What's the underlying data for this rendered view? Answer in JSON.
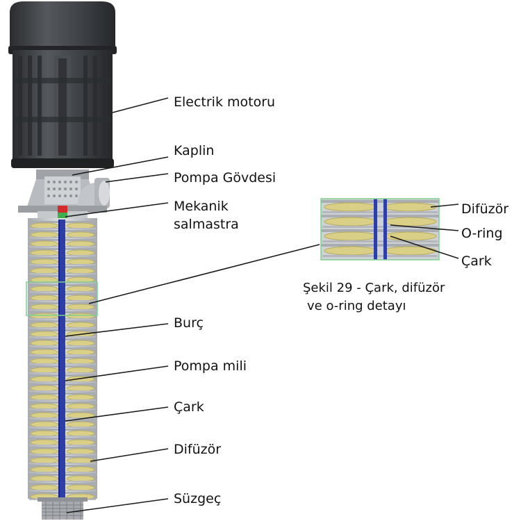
{
  "labels": {
    "electric_motor": "Electrik motoru",
    "coupling": "Kaplin",
    "pump_body": "Pompa Gövdesi",
    "mech_seal_line1": "Mekanik",
    "mech_seal_line2": "salmastra",
    "bushing": "Burç",
    "pump_shaft": "Pompa mili",
    "impeller": "Çark",
    "diffuser": "Difüzör",
    "strainer": "Süzgeç"
  },
  "detail": {
    "diffuser": "Difüzör",
    "o_ring": "O-ring",
    "impeller": "Çark",
    "caption_line1": "Şekil 29 - Çark, difüzör",
    "caption_line2": "ve o-ring detayı"
  },
  "colors": {
    "motor": "#3a3c3f",
    "motor_dark": "#232527",
    "housing": "#c9cbce",
    "housing_dark": "#a9acb0",
    "impeller": "#d9cf86",
    "impeller_dark": "#b4a85a",
    "shaft": "#2c3fa8",
    "seal_red": "#d42a2a",
    "seal_green": "#3fae4f",
    "highlight_box": "#7fd08f"
  }
}
